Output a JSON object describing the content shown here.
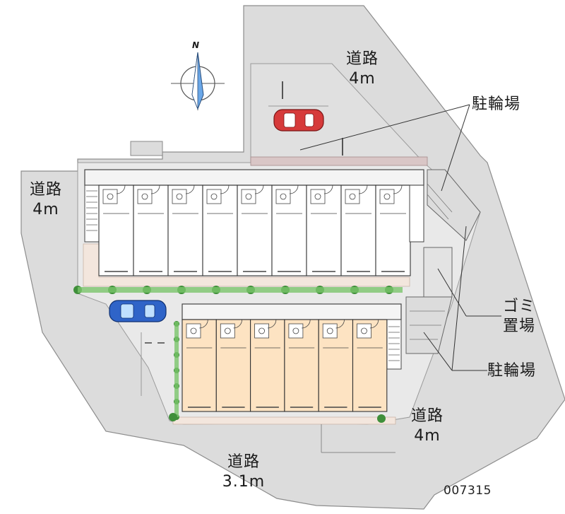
{
  "compass": {
    "north_label": "N"
  },
  "roads": [
    {
      "id": "top",
      "name": "道路",
      "width": "4m"
    },
    {
      "id": "left",
      "name": "道路",
      "width": "4m"
    },
    {
      "id": "right",
      "name": "道路",
      "width": "4m"
    },
    {
      "id": "bottom",
      "name": "道路",
      "width": "3.1m"
    }
  ],
  "callouts": {
    "bike_parking_top": "駐輪場",
    "garbage_line1": "ゴミ",
    "garbage_line2": "置場",
    "bike_parking_bottom": "駐輪場"
  },
  "property_code": "007315",
  "buildings": {
    "north_units": 9,
    "south_units": 6,
    "north_color": "#ffffff",
    "south_color": "#fde3c2"
  },
  "colors": {
    "road": "#dcdcdc",
    "site": "#e6e6e6",
    "path": "#f2e7df",
    "hedge": "#7bc46b",
    "car_red": "#d63a3a",
    "car_blue": "#2f64c8"
  },
  "icons": [
    "compass-icon",
    "car-red-icon",
    "car-blue-icon"
  ]
}
